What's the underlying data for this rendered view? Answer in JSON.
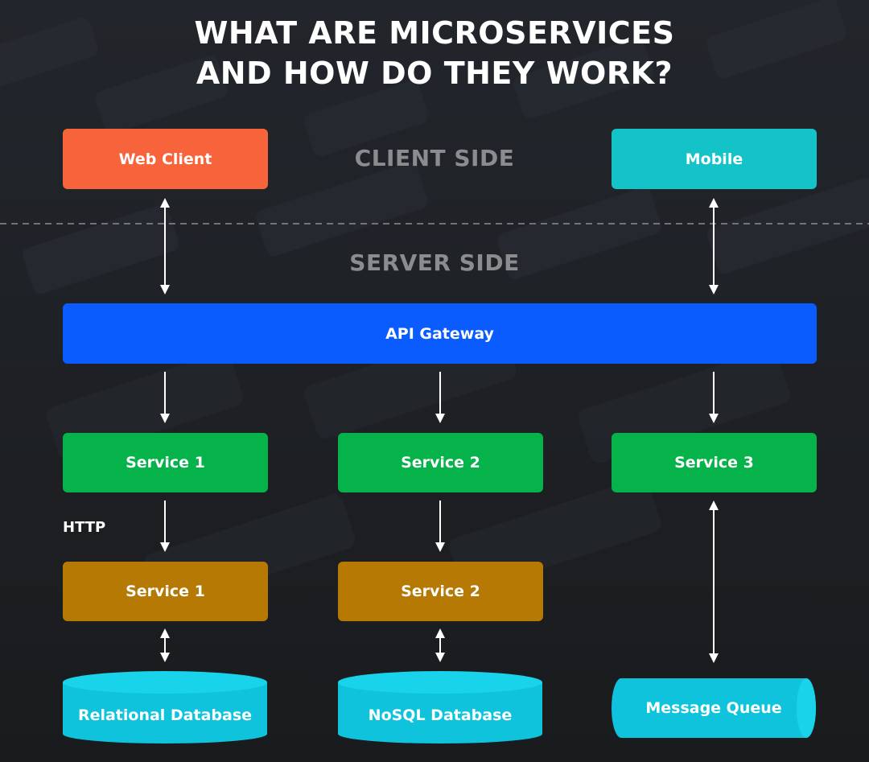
{
  "title": {
    "line1": "WHAT ARE MICROSERVICES",
    "line2": "AND HOW DO THEY WORK?"
  },
  "sections": {
    "client": "CLIENT SIDE",
    "server": "SERVER SIDE"
  },
  "clients": {
    "web": "Web Client",
    "mobile": "Mobile"
  },
  "gateway": "API Gateway",
  "services": {
    "s1": "Service 1",
    "s2": "Service 2",
    "s3": "Service 3"
  },
  "backends": {
    "b1": "Service 1",
    "b2": "Service 2"
  },
  "protocol_note": "HTTP",
  "stores": {
    "relational": "Relational Database",
    "nosql": "NoSQL Database",
    "queue": "Message Queue"
  },
  "colors": {
    "web_client": "#f7643c",
    "mobile": "#13c3c8",
    "gateway": "#0b5cff",
    "service": "#05b34a",
    "backend": "#b57904",
    "store": "#0fc3dc",
    "section_label": "#8c8c8e"
  }
}
